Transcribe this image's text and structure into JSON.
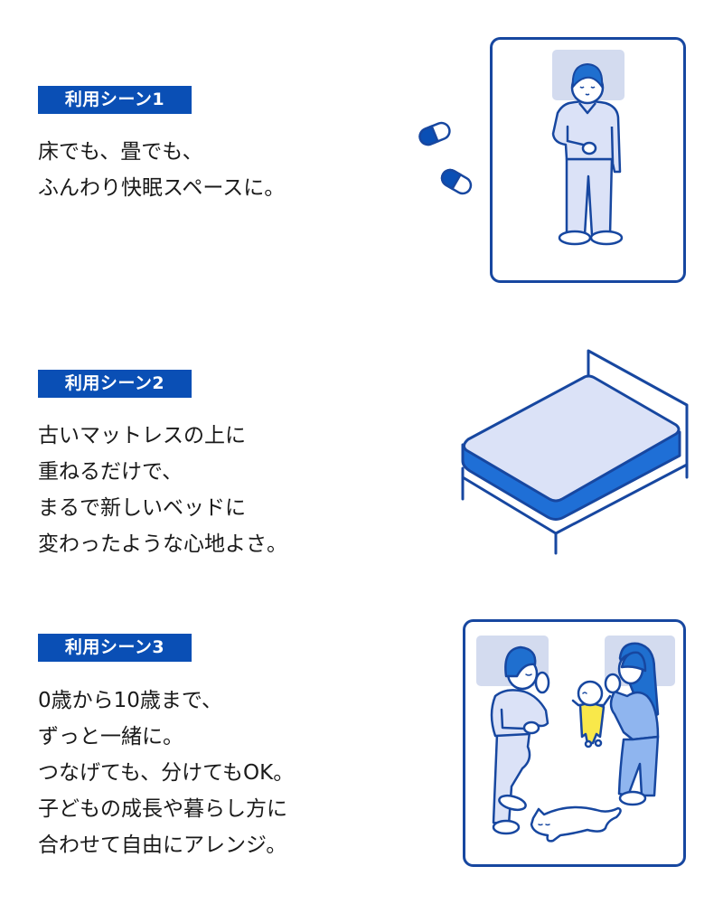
{
  "colors": {
    "badge_bg": "#0a4fb5",
    "badge_text": "#ffffff",
    "stroke": "#1747a0",
    "fill_light": "#dbe2f7",
    "pillow": "#d3dbef",
    "hair": "#1f6fcf",
    "mattress_band": "#1f6fd6",
    "mom_clothes": "#8fb5ef",
    "baby": "#f9e84a"
  },
  "scenes": [
    {
      "badge": "利用シーン1",
      "lines": [
        "床でも、畳でも、",
        "ふんわり快眠スペースに。"
      ],
      "illustration": "person-sleeping-on-floor-mat-with-capsules"
    },
    {
      "badge": "利用シーン2",
      "lines": [
        "古いマットレスの上に",
        "重ねるだけで、",
        "まるで新しいベッドに",
        "変わったような心地よさ。"
      ],
      "illustration": "mattress-topper-on-bed"
    },
    {
      "badge": "利用シーン3",
      "lines": [
        "0歳から10歳まで、",
        "ずっと一緒に。",
        "つなげても、分けてもOK。",
        "子どもの成長や暮らし方に",
        "合わせて自由にアレンジ。"
      ],
      "illustration": "family-with-baby-and-cat-on-mat"
    }
  ]
}
